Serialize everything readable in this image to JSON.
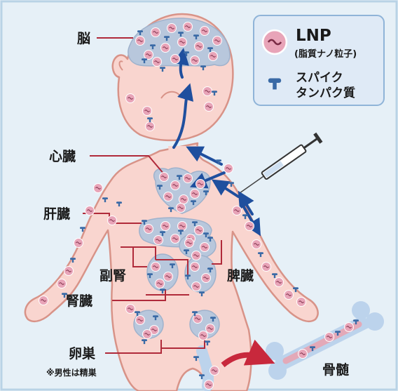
{
  "colors": {
    "background": "#e6f0f7",
    "frame": "#b9d3e6",
    "skin": "#f9d5cf",
    "skin_outline": "#d89388",
    "organ_fill": "#b8c7dc",
    "lnp": "#e8a4b8",
    "spike": "#3a6aa6",
    "arrow": "#1f4f9e",
    "leader": "#b02a3a",
    "bone": "#bcd3ec",
    "bone_arrow": "#c8283c"
  },
  "legend": {
    "lnp_title": "LNP",
    "lnp_sub": "(脂質ナノ粒子)",
    "spike_line1": "スパイク",
    "spike_line2": "タンパク質",
    "lnp_icon": "lnp-particle-icon",
    "spike_icon": "spike-protein-icon"
  },
  "labels": {
    "brain": "脳",
    "heart": "心臓",
    "liver": "肝臓",
    "adrenal": "副腎",
    "spleen": "脾臓",
    "kidney": "腎臓",
    "ovary": "卵巣",
    "ovary_note": "※男性は精巣",
    "bone_marrow": "骨髄"
  }
}
